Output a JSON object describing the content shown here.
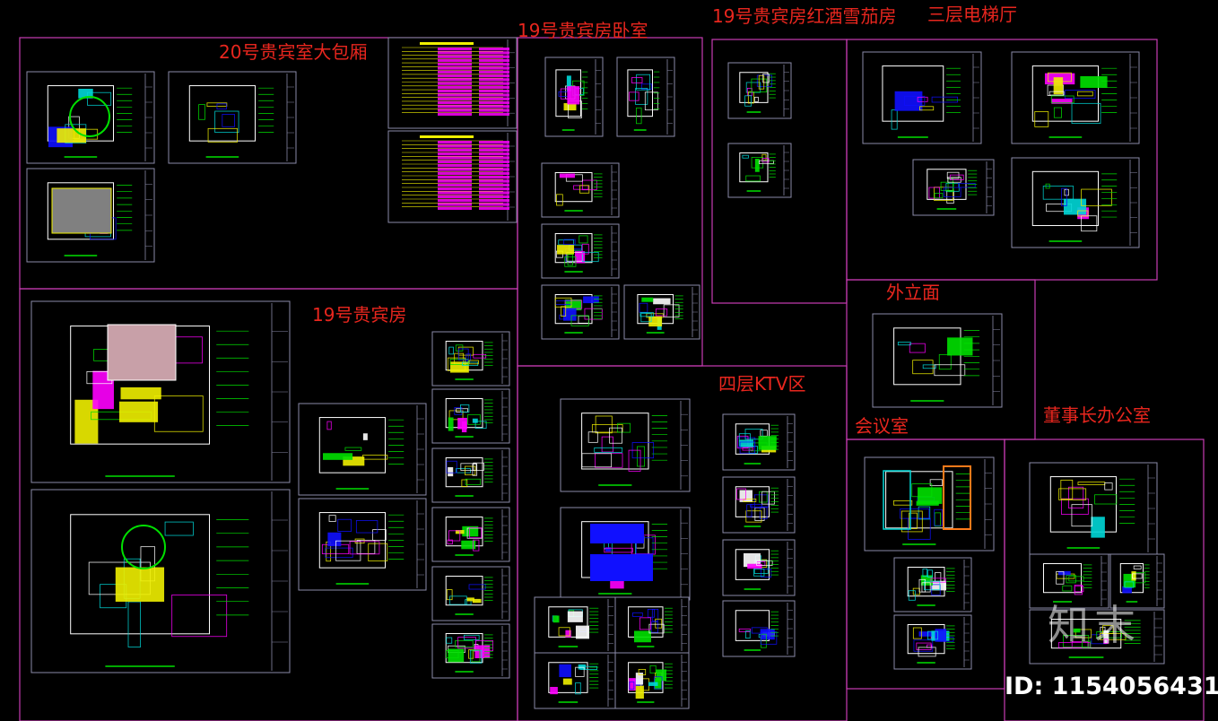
{
  "zone_labels": {
    "vip20_hall": "20号贵宾室大包厢",
    "vip19_bedroom": "19号贵宾房卧室",
    "vip19_wine_cigar": "19号贵宾房红酒雪茄房",
    "elevator_hall_3f": "三层电梯厅",
    "vip19_room": "19号贵宾房",
    "ktv_4f": "四层KTV区",
    "facade": "外立面",
    "meeting_room": "会议室",
    "chairman_office": "董事长办公室"
  },
  "watermark": {
    "logo": "知末",
    "id": "ID: 1154056431"
  },
  "colors": {
    "background": "#000000",
    "zone_border": "#c83cb4",
    "sheet_border": "#8a8aa8",
    "label": "#e8261e",
    "accent_green": "#00e000",
    "accent_cyan": "#00d8d8",
    "accent_magenta": "#ff00ff",
    "accent_blue": "#1010ff",
    "accent_yellow": "#f0f000"
  }
}
